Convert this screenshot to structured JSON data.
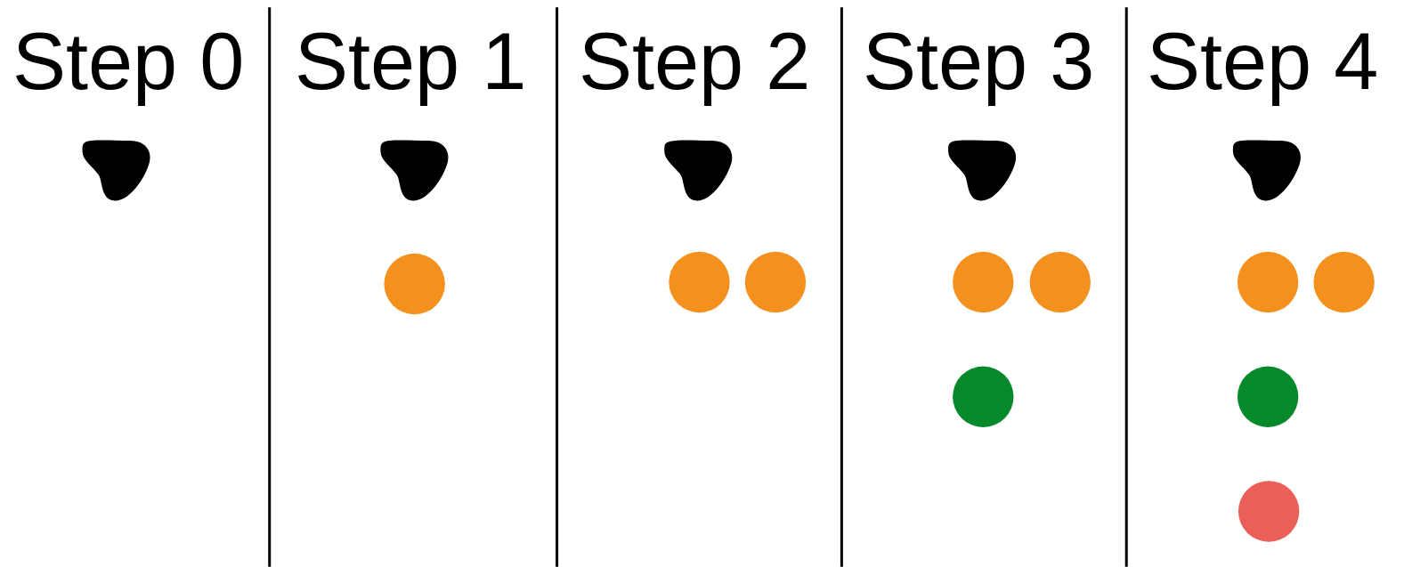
{
  "diagram": {
    "labels": [
      "Step 0",
      "Step 1",
      "Step 2",
      "Step 3",
      "Step 4"
    ]
  }
}
